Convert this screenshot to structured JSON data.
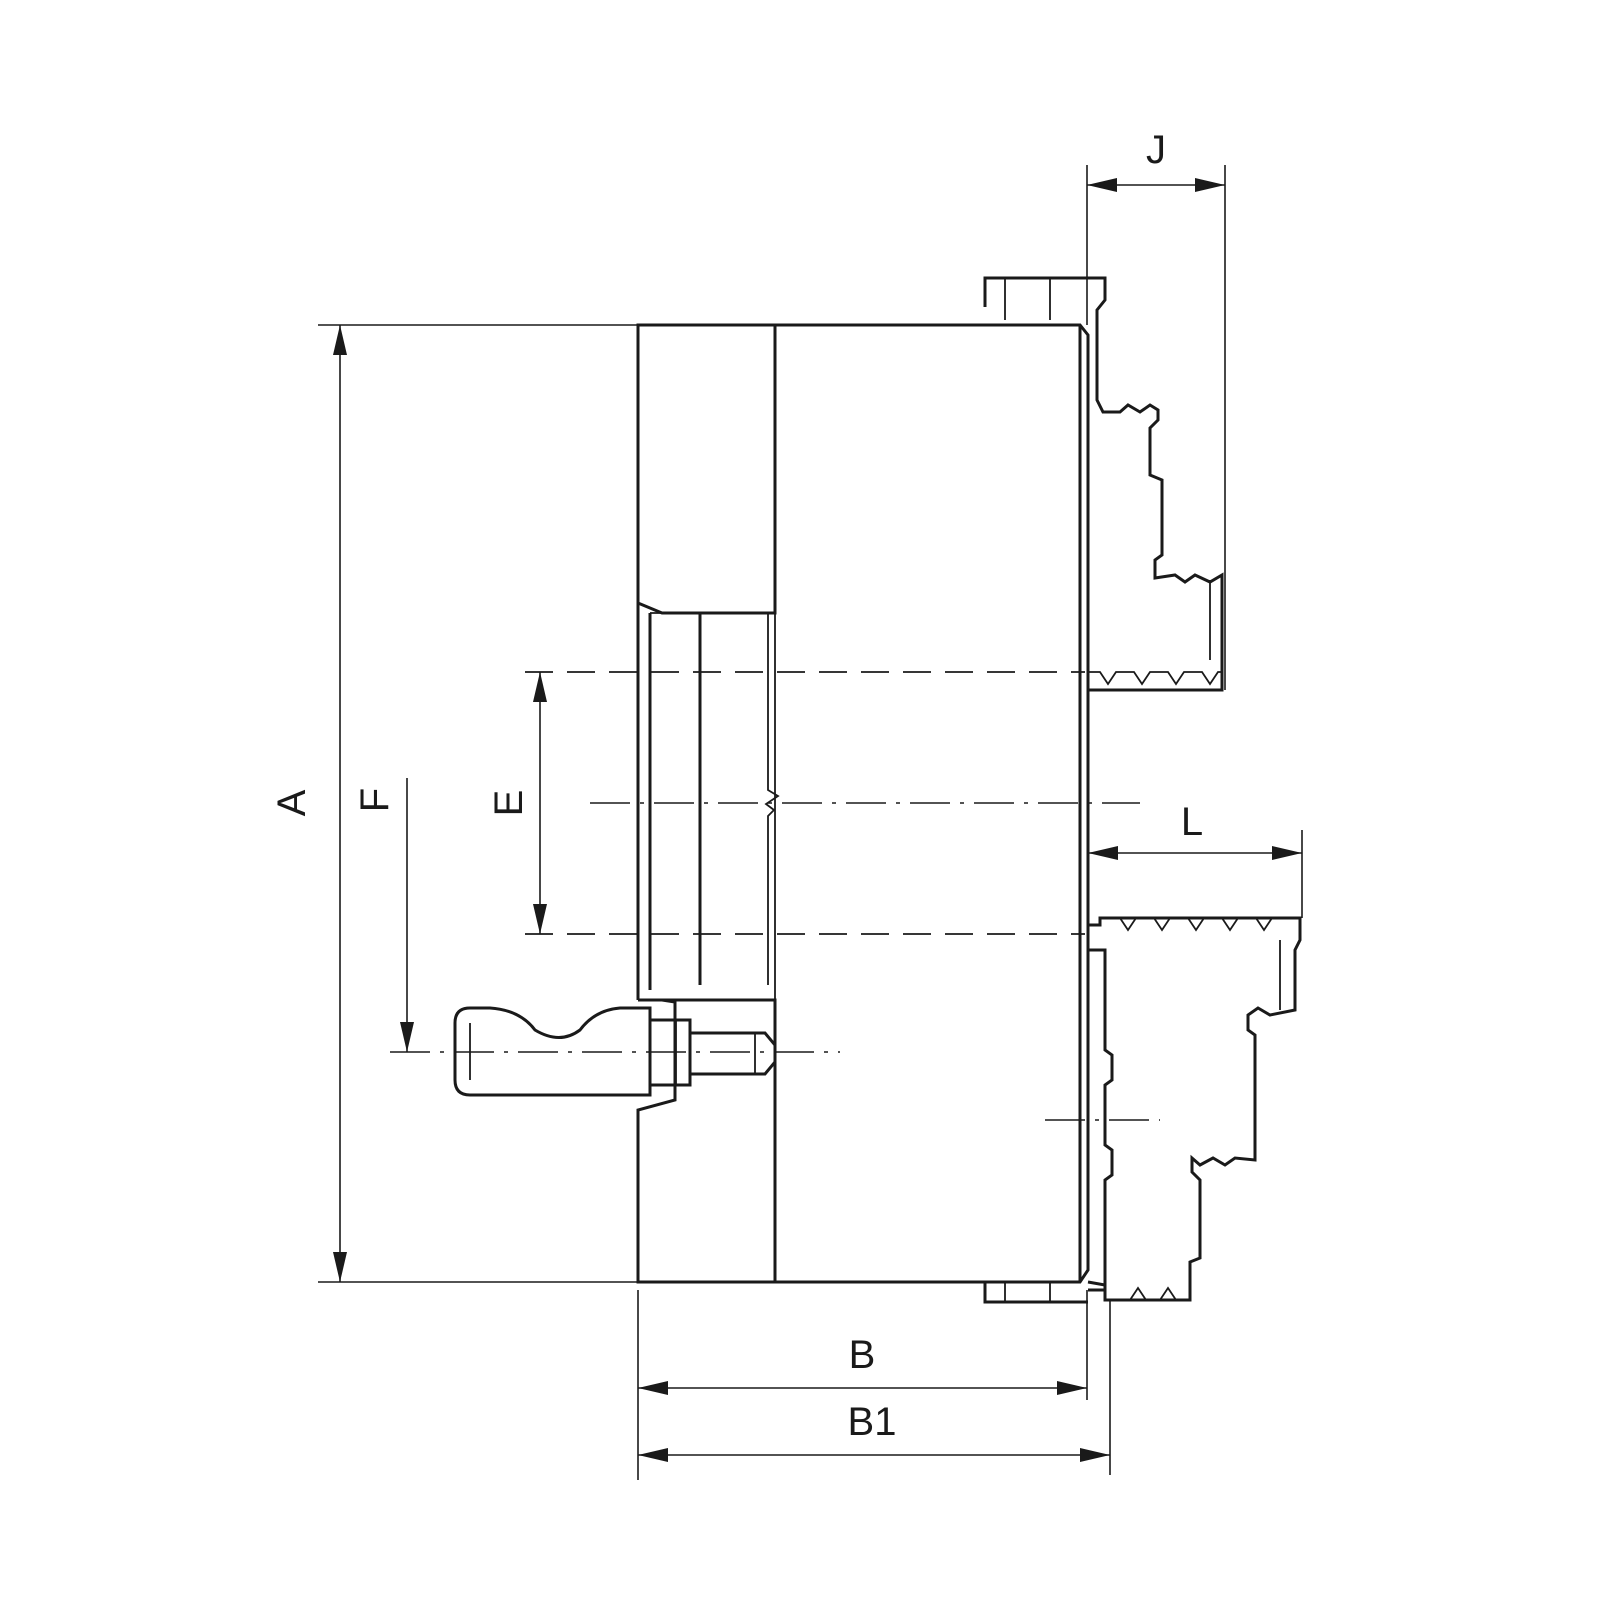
{
  "labels": {
    "a": "A",
    "f": "F",
    "e": "E",
    "b": "B",
    "b1": "B1",
    "j": "J",
    "l": "L"
  }
}
